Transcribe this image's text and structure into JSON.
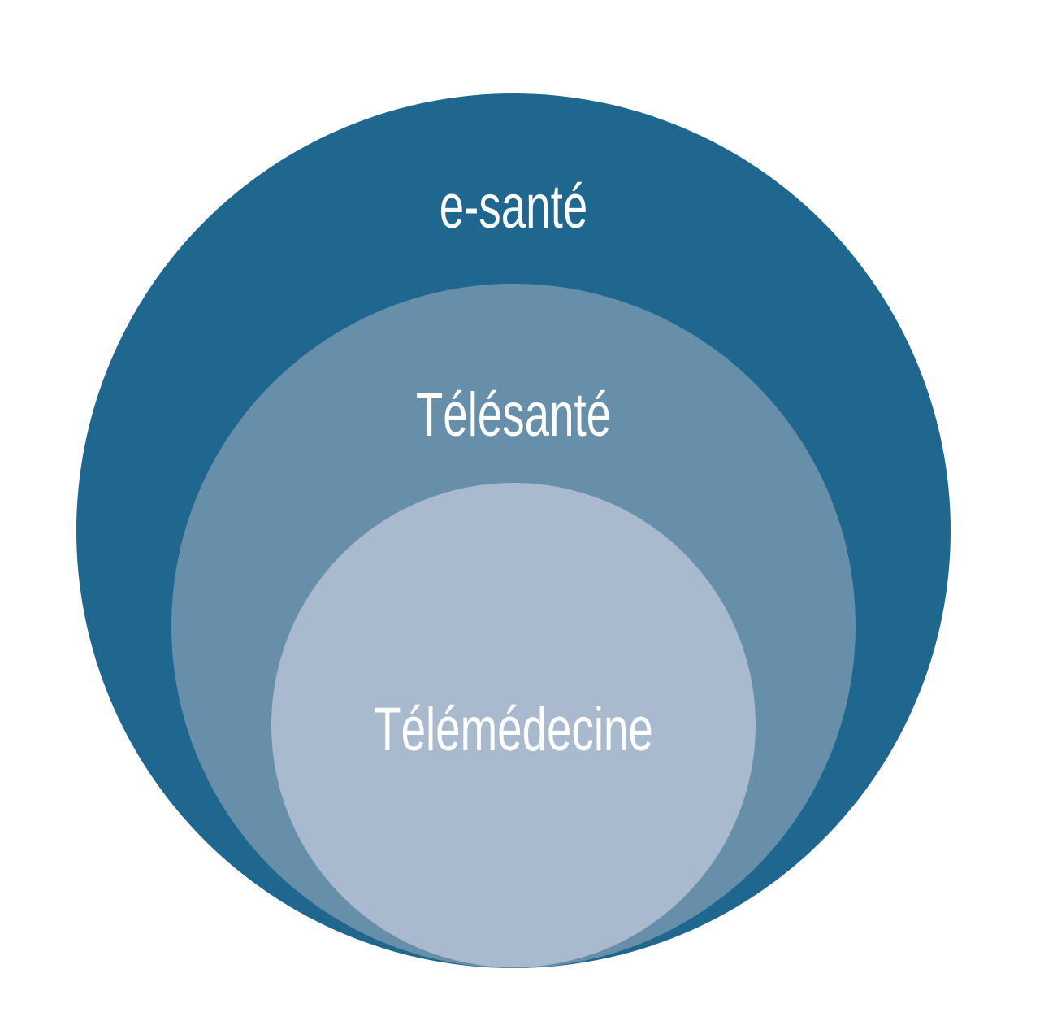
{
  "diagram": {
    "type": "nested-circles",
    "levels": [
      {
        "label": "e-santé",
        "color": "#1f678e"
      },
      {
        "label": "Télésanté",
        "color": "#688faa"
      },
      {
        "label": "Télémédecine",
        "color": "#a9bacf"
      }
    ]
  }
}
